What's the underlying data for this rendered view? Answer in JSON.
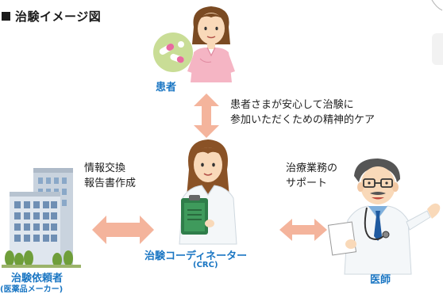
{
  "title": "治験イメージ図",
  "nodes": {
    "patient": {
      "label": "患者"
    },
    "crc": {
      "label": "治験コーディネーター",
      "sub": "(CRC)"
    },
    "sponsor": {
      "label": "治験依頼者",
      "sub": "(医薬品メーカー)"
    },
    "doctor": {
      "label": "医師"
    }
  },
  "relations": {
    "patient_crc": {
      "line1": "患者さまが安心して治験に",
      "line2": "参加いただくための精神的ケア"
    },
    "sponsor_crc": {
      "line1": "情報交換",
      "line2": "報告書作成"
    },
    "doctor_crc": {
      "line1": "治療業務の",
      "line2": "サポート"
    }
  },
  "colors": {
    "arrow": "#f4b49c",
    "label_blue": "#1a76c3",
    "pill_circle": "#c9dd96"
  }
}
